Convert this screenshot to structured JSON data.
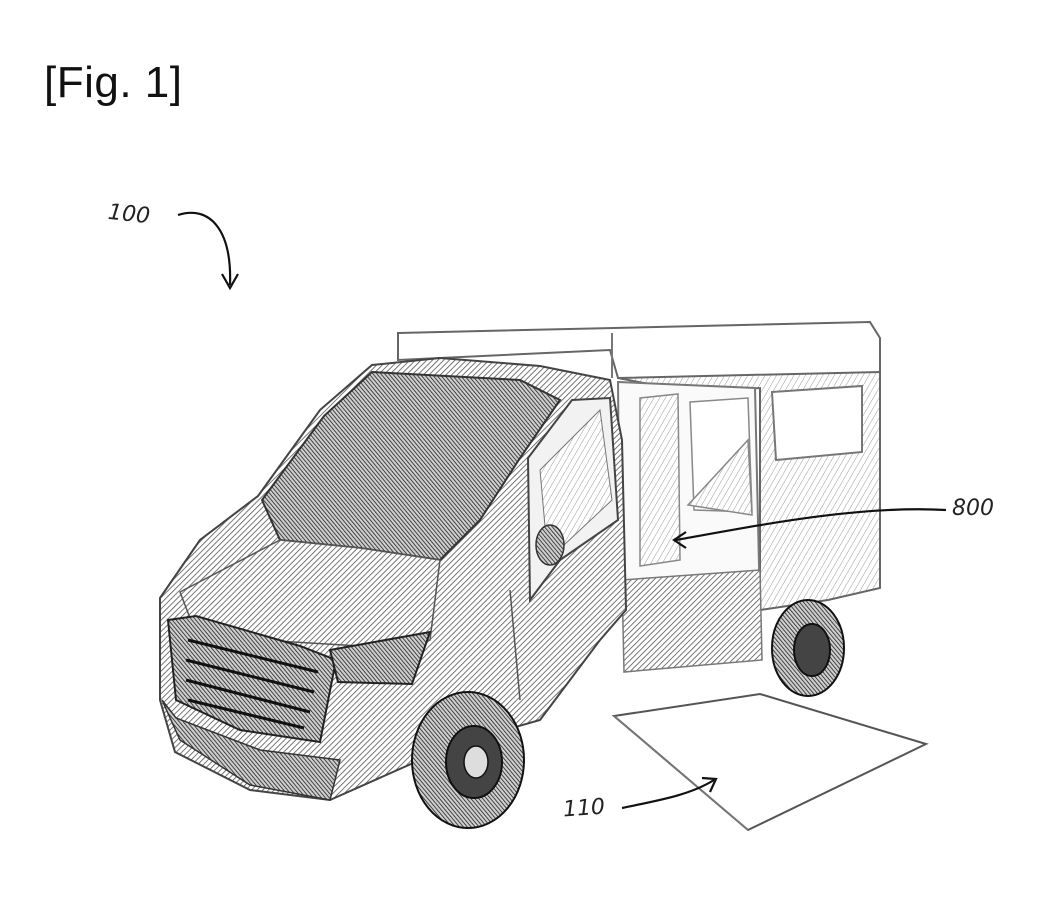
{
  "figure": {
    "title": "[Fig. 1]"
  },
  "references": {
    "vehicle": "100",
    "interior": "800",
    "ramp": "110"
  }
}
